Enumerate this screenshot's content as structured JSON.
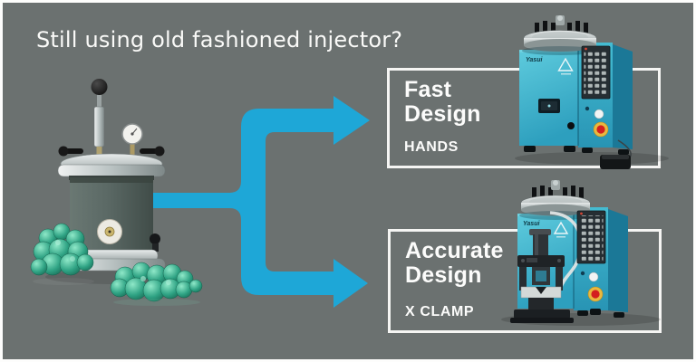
{
  "title": "Still using old fashioned injector?",
  "options": [
    {
      "id": "fast-design",
      "label": "Fast\nDesign",
      "subtitle": "HANDS"
    },
    {
      "id": "accurate-design",
      "label": "Accurate\nDesign",
      "subtitle": "X CLAMP"
    }
  ],
  "machine_brand": "Yasui",
  "colors": {
    "background": "#6b7170",
    "frame_border": "#fdfdfc",
    "arrow_cyan": "#1ea7d7",
    "box_border": "#f5f5f3",
    "label_text": "#fcfcfb",
    "machine_teal": "#3fbcd4",
    "machine_side_teal": "#1b7897",
    "wax_green": "#2fa384",
    "estop_red": "#d41f1f",
    "estop_ring_yellow": "#e9b93f",
    "injector_body": "#5b6965",
    "metal_gray": "#b9c2c2"
  }
}
